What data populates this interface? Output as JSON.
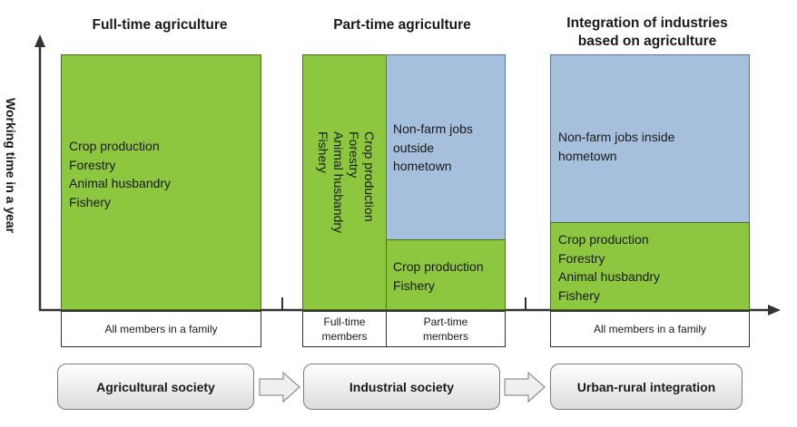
{
  "y_axis_label": "Working time in a year",
  "panels": {
    "full_time": {
      "title": "Full-time agriculture",
      "block_lines": [
        "Crop production",
        "Forestry",
        "Animal husbandry",
        "Fishery"
      ],
      "member_label": "All members in a family"
    },
    "part_time": {
      "title": "Part-time agriculture",
      "vertical_lines": [
        "Crop production",
        "Forestry",
        "Animal husbandry",
        "Fishery"
      ],
      "blue_lines": [
        "Non-farm jobs",
        "outside",
        "hometown"
      ],
      "green_lines": [
        "Crop production",
        "Fishery"
      ],
      "member_full": [
        "Full-time",
        "members"
      ],
      "member_part": [
        "Part-time",
        "members"
      ]
    },
    "integration": {
      "title_lines": [
        "Integration of industries",
        "based on agriculture"
      ],
      "blue_lines": [
        "Non-farm jobs inside",
        "hometown"
      ],
      "green_lines": [
        "Crop production",
        "Forestry",
        "Animal husbandry",
        "Fishery"
      ],
      "member_label": "All members in a family"
    }
  },
  "stages": [
    "Agricultural society",
    "Industrial society",
    "Urban-rural integration"
  ],
  "colors": {
    "farm_green": "#8dc63f",
    "nonfarm_blue": "#a5bfdc",
    "axis": "#333333"
  }
}
